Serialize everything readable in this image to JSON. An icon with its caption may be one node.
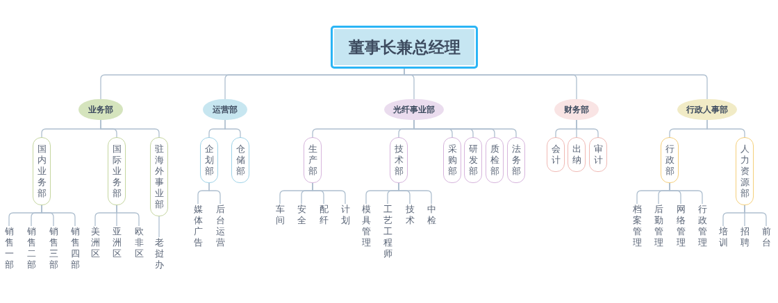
{
  "diagram": {
    "nodes": [
      {
        "text": [
          "董事长兼总经理"
        ]
      },
      {
        "text": [
          "业务部"
        ]
      },
      {
        "text": [
          "运营部"
        ]
      },
      {
        "text": [
          "光纤事业部"
        ]
      },
      {
        "text": [
          "财务部"
        ]
      },
      {
        "text": [
          "行政人事部"
        ]
      },
      {
        "text": [
          "国内业务部"
        ]
      },
      {
        "text": [
          "国际业务部"
        ]
      },
      {
        "text": [
          "驻海外事业部"
        ]
      },
      {
        "text": [
          "企划部"
        ]
      },
      {
        "text": [
          "仓储部"
        ]
      },
      {
        "text": [
          "生产部"
        ]
      },
      {
        "text": [
          "技术部"
        ]
      },
      {
        "text": [
          "采购部"
        ]
      },
      {
        "text": [
          "研发部"
        ]
      },
      {
        "text": [
          "质检部"
        ]
      },
      {
        "text": [
          "法务部"
        ]
      },
      {
        "text": [
          "会计"
        ]
      },
      {
        "text": [
          "出纳"
        ]
      },
      {
        "text": [
          "审计"
        ]
      },
      {
        "text": [
          "行政部"
        ]
      },
      {
        "text": [
          "人力资源部"
        ]
      },
      {
        "text": [
          "销售一部"
        ]
      },
      {
        "text": [
          "销售二部"
        ]
      },
      {
        "text": [
          "销售三部"
        ]
      },
      {
        "text": [
          "销售四部"
        ]
      },
      {
        "text": [
          "美洲区"
        ]
      },
      {
        "text": [
          "亚洲区"
        ]
      },
      {
        "text": [
          "欧非区"
        ]
      },
      {
        "text": [
          "老挝办"
        ]
      },
      {
        "text": [
          "媒体广告"
        ]
      },
      {
        "text": [
          "后台运营"
        ]
      },
      {
        "text": [
          "车间"
        ]
      },
      {
        "text": [
          "安全"
        ]
      },
      {
        "text": [
          "配纤"
        ]
      },
      {
        "text": [
          "计划"
        ]
      },
      {
        "text": [
          "模具管理"
        ]
      },
      {
        "text": [
          "工艺工程师"
        ]
      },
      {
        "text": [
          "技术"
        ]
      },
      {
        "text": [
          "中检"
        ]
      },
      {
        "text": [
          "档案管理"
        ]
      },
      {
        "text": [
          "后勤管理"
        ]
      },
      {
        "text": [
          "网络管理"
        ]
      },
      {
        "text": [
          "行政管理"
        ]
      },
      {
        "text": [
          "培训"
        ]
      },
      {
        "text": [
          "招聘"
        ]
      },
      {
        "text": [
          "前台"
        ]
      }
    ],
    "edges": [
      {
        "from": 0,
        "to": 1,
        "arrow": "none"
      },
      {
        "from": 0,
        "to": 2,
        "arrow": "none"
      },
      {
        "from": 0,
        "to": 3,
        "arrow": "none"
      },
      {
        "from": 0,
        "to": 4,
        "arrow": "none"
      },
      {
        "from": 0,
        "to": 5,
        "arrow": "none"
      },
      {
        "from": 1,
        "to": 6,
        "arrow": "none"
      },
      {
        "from": 1,
        "to": 7,
        "arrow": "none"
      },
      {
        "from": 1,
        "to": 8,
        "arrow": "none"
      },
      {
        "from": 2,
        "to": 9,
        "arrow": "none"
      },
      {
        "from": 2,
        "to": 10,
        "arrow": "none"
      },
      {
        "from": 3,
        "to": 11,
        "arrow": "none"
      },
      {
        "from": 3,
        "to": 12,
        "arrow": "none"
      },
      {
        "from": 3,
        "to": 13,
        "arrow": "none"
      },
      {
        "from": 3,
        "to": 14,
        "arrow": "none"
      },
      {
        "from": 3,
        "to": 15,
        "arrow": "none"
      },
      {
        "from": 3,
        "to": 16,
        "arrow": "none"
      },
      {
        "from": 4,
        "to": 17,
        "arrow": "none"
      },
      {
        "from": 4,
        "to": 18,
        "arrow": "none"
      },
      {
        "from": 4,
        "to": 19,
        "arrow": "none"
      },
      {
        "from": 5,
        "to": 20,
        "arrow": "none"
      },
      {
        "from": 5,
        "to": 21,
        "arrow": "none"
      },
      {
        "from": 6,
        "to": 22,
        "arrow": "none"
      },
      {
        "from": 6,
        "to": 23,
        "arrow": "none"
      },
      {
        "from": 6,
        "to": 24,
        "arrow": "none"
      },
      {
        "from": 6,
        "to": 25,
        "arrow": "none"
      },
      {
        "from": 7,
        "to": 26,
        "arrow": "none"
      },
      {
        "from": 7,
        "to": 27,
        "arrow": "none"
      },
      {
        "from": 7,
        "to": 28,
        "arrow": "none"
      },
      {
        "from": 8,
        "to": 29,
        "arrow": "none"
      },
      {
        "from": 9,
        "to": 30,
        "arrow": "none"
      },
      {
        "from": 9,
        "to": 31,
        "arrow": "none"
      },
      {
        "from": 11,
        "to": 32,
        "arrow": "none"
      },
      {
        "from": 11,
        "to": 33,
        "arrow": "none"
      },
      {
        "from": 11,
        "to": 34,
        "arrow": "none"
      },
      {
        "from": 11,
        "to": 35,
        "arrow": "none"
      },
      {
        "from": 12,
        "to": 36,
        "arrow": "none"
      },
      {
        "from": 12,
        "to": 37,
        "arrow": "none"
      },
      {
        "from": 12,
        "to": 38,
        "arrow": "none"
      },
      {
        "from": 12,
        "to": 39,
        "arrow": "none"
      },
      {
        "from": 20,
        "to": 40,
        "arrow": "none"
      },
      {
        "from": 20,
        "to": 41,
        "arrow": "none"
      },
      {
        "from": 20,
        "to": 42,
        "arrow": "none"
      },
      {
        "from": 20,
        "to": 43,
        "arrow": "none"
      },
      {
        "from": 21,
        "to": 44,
        "arrow": "none"
      },
      {
        "from": 21,
        "to": 45,
        "arrow": "none"
      },
      {
        "from": 21,
        "to": 46,
        "arrow": "none"
      }
    ]
  }
}
